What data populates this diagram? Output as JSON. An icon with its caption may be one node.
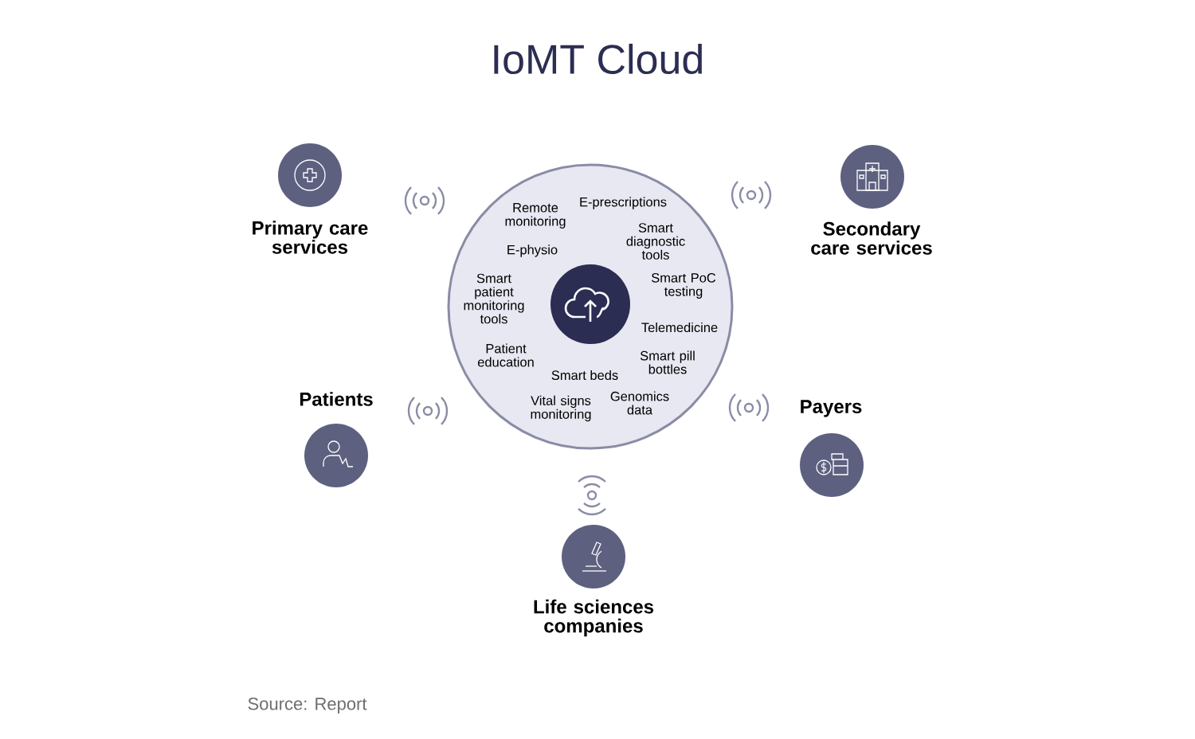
{
  "diagram": {
    "title": "IoMT Cloud",
    "nodes": [
      {
        "text": [
          "Primary care services"
        ]
      },
      {
        "text": [
          "Secondary care services"
        ]
      },
      {
        "text": [
          "Remote monitoring",
          "E-prescriptions",
          "E-physio",
          "Smart diagnostic tools",
          "Smart patient monitoring tools",
          "Smart PoC testing",
          "Telemedicine",
          "Patient education",
          "Smart pill bottles",
          "Smart beds",
          "Vital signs monitoring",
          "Genomics data"
        ]
      },
      {
        "text": [],
        "shape": "circle",
        "in": 2
      },
      {
        "text": [
          "Patients"
        ]
      },
      {
        "text": [
          "Payers"
        ]
      },
      {
        "text": [
          "Life sciences companies"
        ]
      }
    ],
    "labels": [
      "Source: Report"
    ]
  }
}
